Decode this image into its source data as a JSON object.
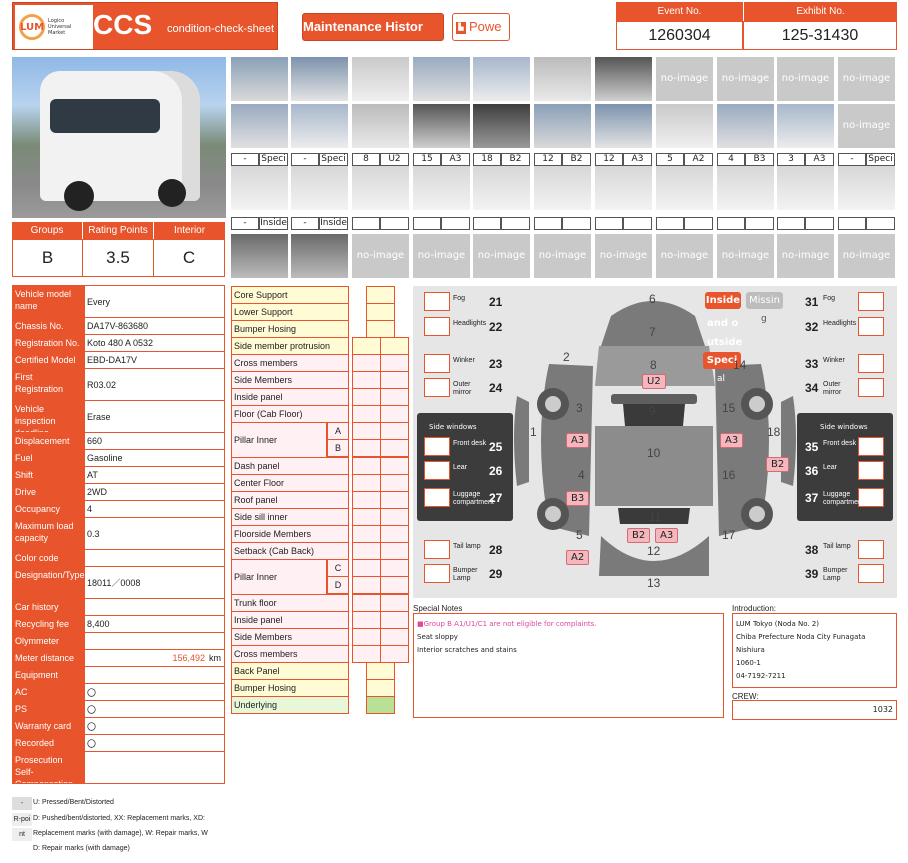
{
  "header": {
    "logo_lines": [
      "Logico",
      "Universal",
      "Market"
    ],
    "logo_mark": "LUM",
    "title": "CCS",
    "subtitle": "condition-check-sheet",
    "maintenance_button": "Maintenance Histor",
    "power_button": "Powe",
    "power_icon": "pdf-icon",
    "event_label": "Event No.",
    "event_value": "1260304",
    "exhibit_label": "Exhibit No.",
    "exhibit_value": "125-31430"
  },
  "grades": {
    "groups_label": "Groups",
    "groups_value": "B",
    "rating_label": "Rating Points",
    "rating_value": "3.5",
    "interior_label": "Interior",
    "interior_value": "C"
  },
  "photo_strip": {
    "noimage_text": "no-image",
    "row1_labels": [
      [
        "-",
        "Speci"
      ],
      [
        "-",
        "Speci"
      ],
      [
        "8",
        "U2"
      ],
      [
        "15",
        "A3"
      ],
      [
        "18",
        "B2"
      ],
      [
        "12",
        "B2"
      ],
      [
        "12",
        "A3"
      ],
      [
        "5",
        "A2"
      ],
      [
        "4",
        "B3"
      ],
      [
        "3",
        "A3"
      ],
      [
        "-",
        "Speci"
      ]
    ],
    "row2_labels": [
      [
        "-",
        "Inside"
      ],
      [
        "-",
        "Inside"
      ]
    ]
  },
  "specs": [
    {
      "k": "Vehicle model name",
      "v": "Every"
    },
    {
      "k": "Chassis No.",
      "v": "DA17V-863680"
    },
    {
      "k": "Registration No.",
      "v": "Koto 480 A 0532"
    },
    {
      "k": "Certified Model",
      "v": "EBD-DA17V"
    },
    {
      "k": "First Registration",
      "v": "R03.02"
    },
    {
      "k": "Vehicle inspection deadline",
      "v": "Erase"
    },
    {
      "k": "Displacement",
      "v": "660"
    },
    {
      "k": "Fuel",
      "v": "Gasoline"
    },
    {
      "k": "Shift",
      "v": "AT"
    },
    {
      "k": "Drive",
      "v": "2WD"
    },
    {
      "k": "Occupancy",
      "v": "4"
    },
    {
      "k": "Maximum load capacity",
      "v": "0.3"
    },
    {
      "k": "Color code",
      "v": ""
    },
    {
      "k": "Designation/Type",
      "v": "18011／0008"
    },
    {
      "k": "Car history",
      "v": ""
    },
    {
      "k": "Recycling fee",
      "v": "8,400"
    },
    {
      "k": "Olymmeter",
      "v": ""
    },
    {
      "k": "Meter distance",
      "v": "156,492"
    },
    {
      "k": "Equipment",
      "v": ""
    },
    {
      "k": "AC",
      "v": "〇"
    },
    {
      "k": "PS",
      "v": "〇"
    },
    {
      "k": "Warranty card",
      "v": "〇"
    },
    {
      "k": "Recorded",
      "v": "〇"
    },
    {
      "k": "Prosecution Self-Compensation",
      "v": ""
    }
  ],
  "meter_unit": "km",
  "parts": [
    {
      "label": "Core Support",
      "tone": "y"
    },
    {
      "label": "Lower Support",
      "tone": "y"
    },
    {
      "label": "Bumper Hosing",
      "tone": "y"
    },
    {
      "label": "Side member protrusion",
      "tone": "y"
    },
    {
      "label": "Cross members",
      "tone": "p"
    },
    {
      "label": "Side Members",
      "tone": "p"
    },
    {
      "label": "Inside panel",
      "tone": "p"
    },
    {
      "label": "Floor (Cab Floor)",
      "tone": "p"
    },
    {
      "label": "Pillar Inner",
      "tone": "p"
    },
    {
      "label": "Dash panel",
      "tone": "p"
    },
    {
      "label": "Center Floor",
      "tone": "p"
    },
    {
      "label": "Roof panel",
      "tone": "p"
    },
    {
      "label": "Side sill inner",
      "tone": "p"
    },
    {
      "label": "Floorside Members",
      "tone": "p"
    },
    {
      "label": "Setback (Cab Back)",
      "tone": "p"
    },
    {
      "label": "Pillar Inner",
      "tone": "p"
    },
    {
      "label": "Trunk floor",
      "tone": "p"
    },
    {
      "label": "Inside panel",
      "tone": "p"
    },
    {
      "label": "Side Members",
      "tone": "p"
    },
    {
      "label": "Cross members",
      "tone": "p"
    },
    {
      "label": "Back Panel",
      "tone": "y"
    },
    {
      "label": "Bumper Hosing",
      "tone": "y"
    },
    {
      "label": "Underlying",
      "tone": "g"
    }
  ],
  "pillar_sub": [
    "A",
    "B",
    "C",
    "D"
  ],
  "diagram": {
    "inside_btn": "Inside",
    "missing_btn": "Missin",
    "missing_sub": "g",
    "and_outside": [
      "and o",
      "utside"
    ],
    "special_btn": "Speci",
    "special_sub": "al",
    "side_windows": "Side windows",
    "left_items": [
      {
        "n": "21",
        "t": "Fog"
      },
      {
        "n": "22",
        "t": "Headlights"
      },
      {
        "n": "23",
        "t": "Winker"
      },
      {
        "n": "24",
        "t": "Outer mirror"
      },
      {
        "n": "28",
        "t": "Tail lamp"
      },
      {
        "n": "29",
        "t": "Bumper Lamp"
      }
    ],
    "right_items": [
      {
        "n": "31",
        "t": "Fog"
      },
      {
        "n": "32",
        "t": "Headlights"
      },
      {
        "n": "33",
        "t": "Winker"
      },
      {
        "n": "34",
        "t": "Outer mirror"
      },
      {
        "n": "38",
        "t": "Tail lamp"
      },
      {
        "n": "39",
        "t": "Bumper Lamp"
      }
    ],
    "left_windows": [
      {
        "n": "25",
        "t": "Front desk"
      },
      {
        "n": "26",
        "t": "Lear"
      },
      {
        "n": "27",
        "t": "Luggage compartment"
      }
    ],
    "right_windows": [
      {
        "n": "35",
        "t": "Front desk"
      },
      {
        "n": "36",
        "t": "Lear"
      },
      {
        "n": "37",
        "t": "Luggage compartment"
      }
    ],
    "panel_numbers": [
      "1",
      "2",
      "3",
      "4",
      "5",
      "6",
      "7",
      "8",
      "9",
      "10",
      "11",
      "12",
      "13",
      "14",
      "15",
      "16",
      "17",
      "18"
    ],
    "marks": [
      "U2",
      "A3",
      "A3",
      "B2",
      "B3",
      "B2",
      "A3",
      "A2"
    ]
  },
  "notes": {
    "special_label": "Special Notes",
    "special_lines": [
      "■Group B A1/U1/C1 are not eligible for complaints.",
      "Seat sloppy",
      "Interior scratches and stains"
    ],
    "intro_label": "Introduction:",
    "intro_lines": [
      "LUM Tokyo (Noda No. 2)",
      "Chiba Prefecture Noda City Funagata Nishiura",
      "1060-1",
      "04-7192-7211"
    ],
    "crew_label": "CREW:",
    "crew_value": "1032"
  },
  "legend": {
    "rows": [
      {
        "k": "-",
        "v": "U: Pressed/Bent/Distorted"
      },
      {
        "k": "R-poi",
        "v": "D: Pushed/bent/distorted, XX: Replacement marks, XD:"
      },
      {
        "k": "nt",
        "v": "Replacement marks (with damage), W: Repair marks, W"
      },
      {
        "k": "",
        "v": "D: Repair marks (with damage)"
      }
    ]
  },
  "colors": {
    "accent": "#e8542c",
    "mark": "#f4b7bd"
  }
}
